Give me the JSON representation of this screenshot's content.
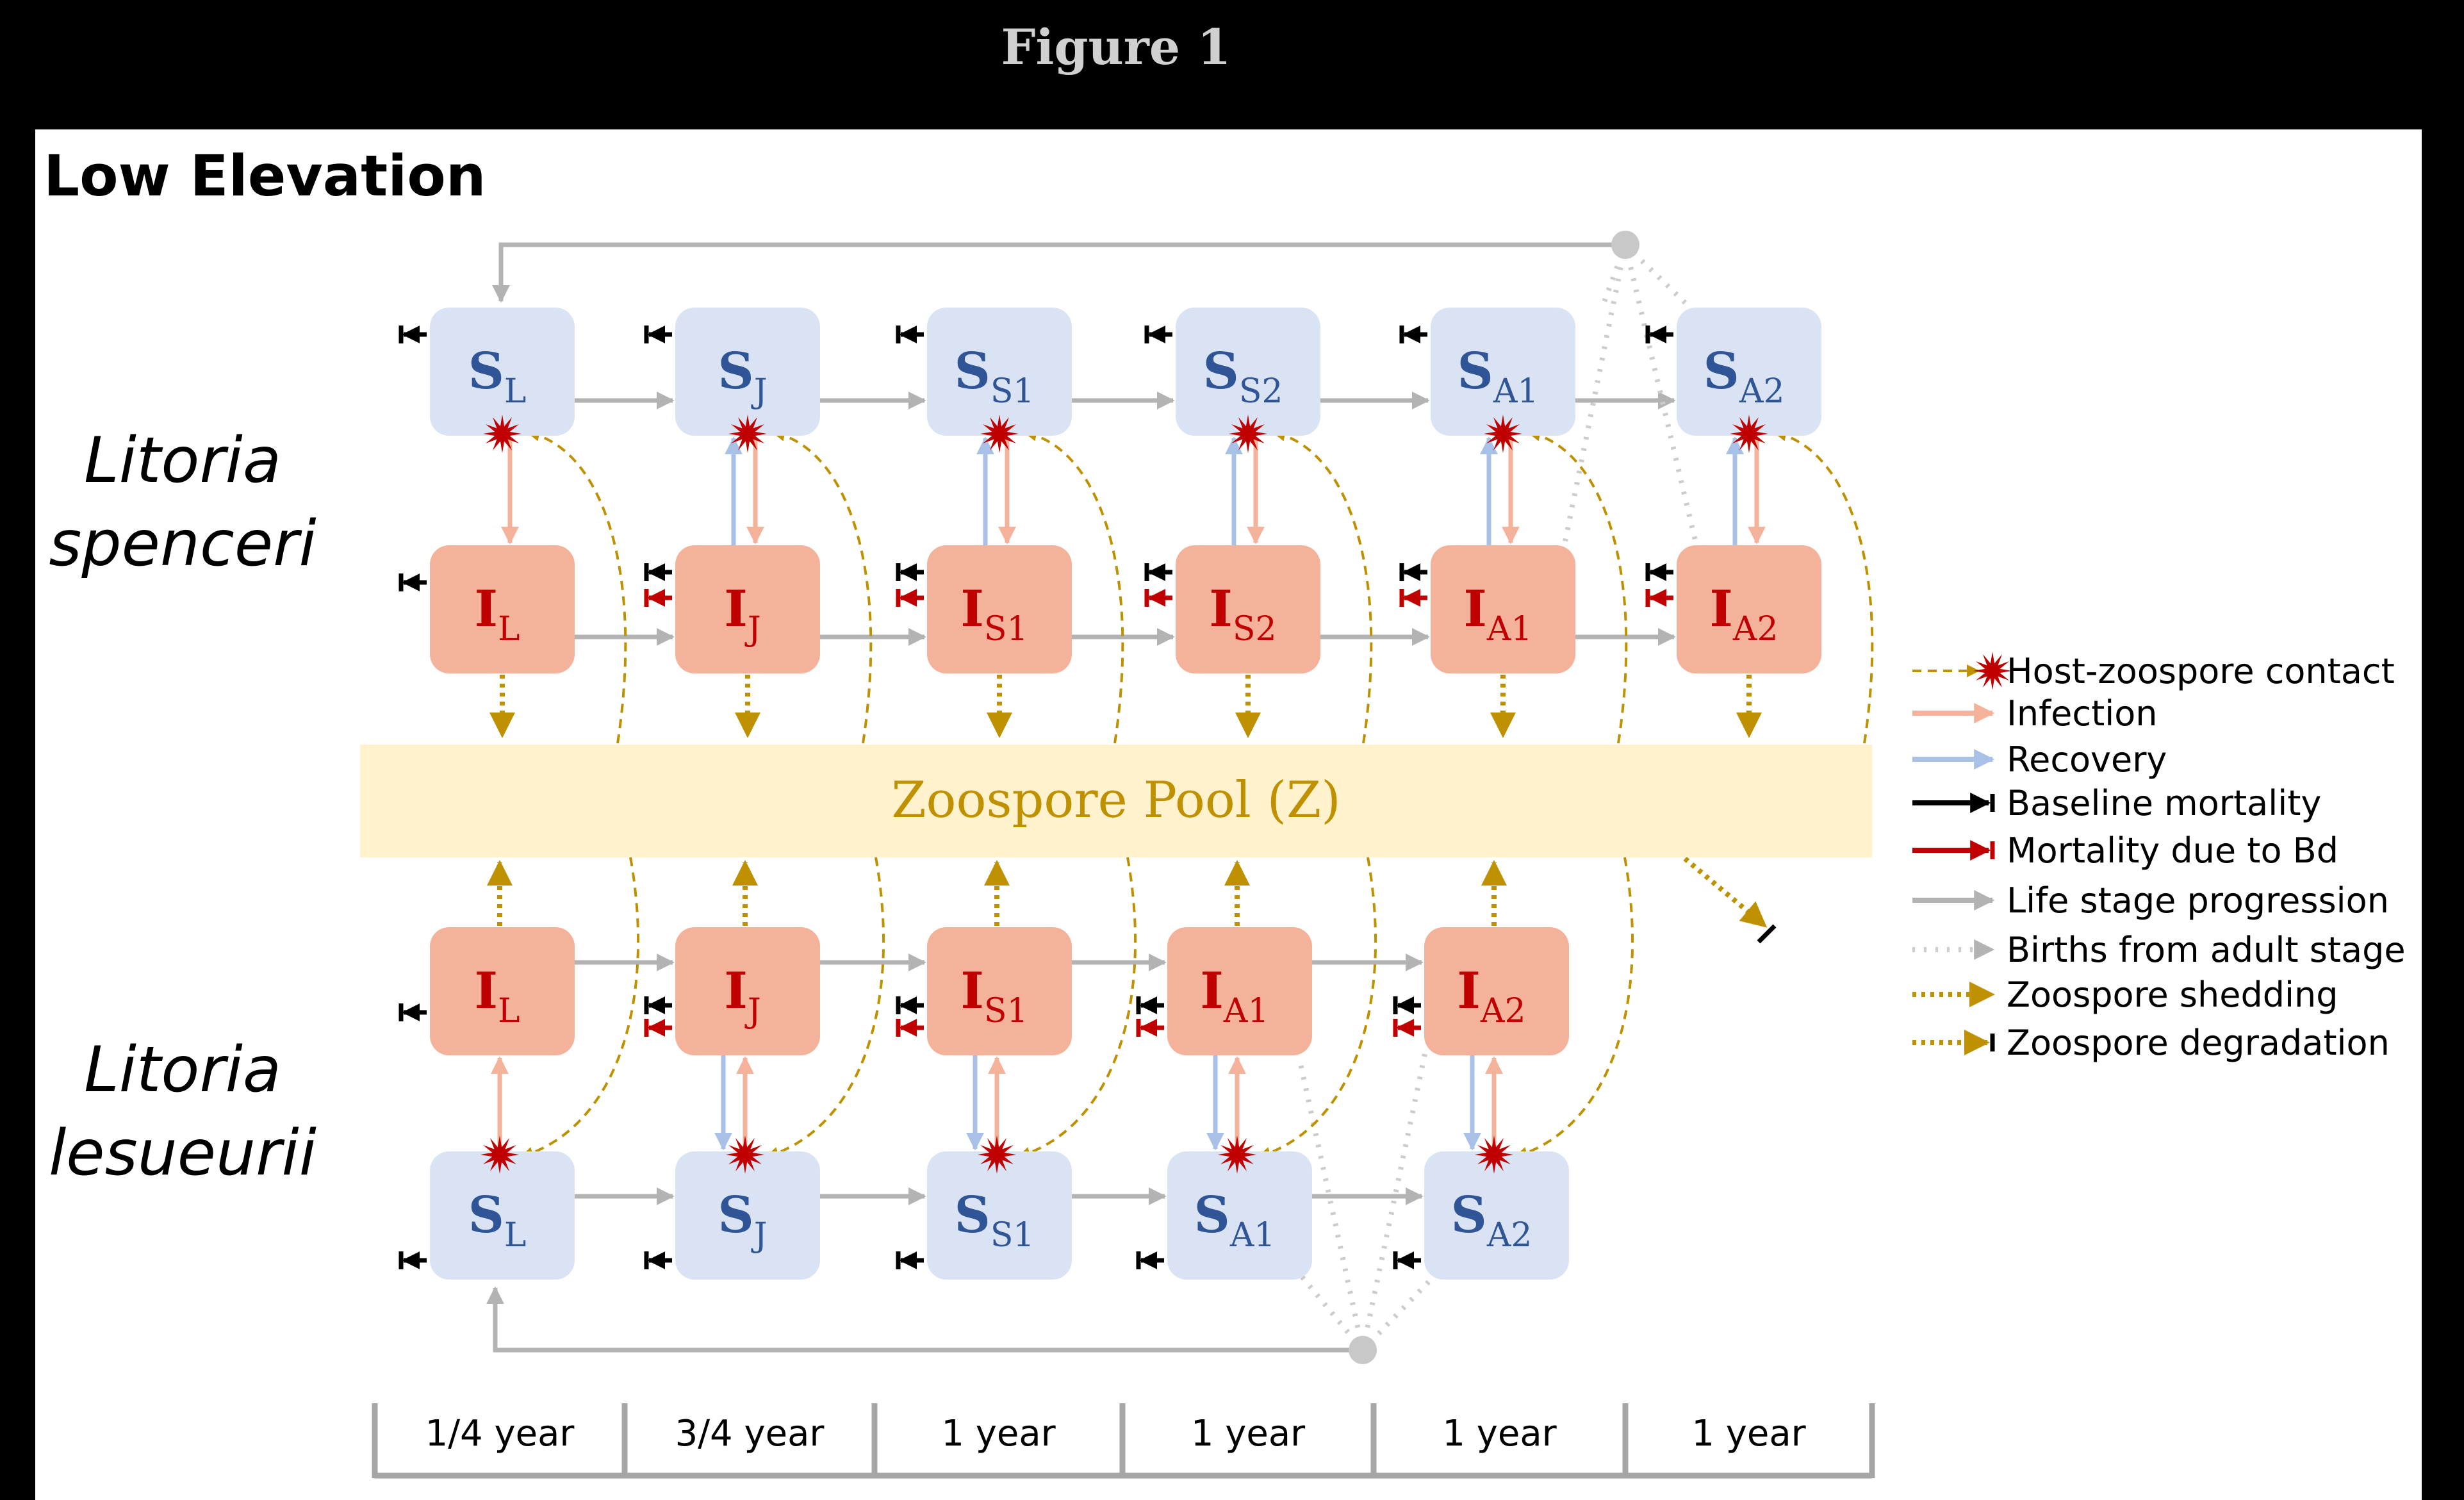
{
  "header": {
    "title": "Figure 1"
  },
  "panel": {
    "title": "Low Elevation"
  },
  "species": [
    {
      "line1": "Litoria",
      "line2": "spenceri"
    },
    {
      "line1": "Litoria",
      "line2": "lesueurii"
    }
  ],
  "pool": {
    "label": "Zoospore Pool (Z)"
  },
  "spenceri": {
    "S": [
      {
        "letter": "S",
        "sub": "L"
      },
      {
        "letter": "S",
        "sub": "J"
      },
      {
        "letter": "S",
        "sub": "S1"
      },
      {
        "letter": "S",
        "sub": "S2"
      },
      {
        "letter": "S",
        "sub": "A1"
      },
      {
        "letter": "S",
        "sub": "A2"
      }
    ],
    "I": [
      {
        "letter": "I",
        "sub": "L"
      },
      {
        "letter": "I",
        "sub": "J"
      },
      {
        "letter": "I",
        "sub": "S1"
      },
      {
        "letter": "I",
        "sub": "S2"
      },
      {
        "letter": "I",
        "sub": "A1"
      },
      {
        "letter": "I",
        "sub": "A2"
      }
    ]
  },
  "lesueurii": {
    "I": [
      {
        "letter": "I",
        "sub": "L"
      },
      {
        "letter": "I",
        "sub": "J"
      },
      {
        "letter": "I",
        "sub": "S1"
      },
      {
        "letter": "I",
        "sub": "A1"
      },
      {
        "letter": "I",
        "sub": "A2"
      }
    ],
    "S": [
      {
        "letter": "S",
        "sub": "L"
      },
      {
        "letter": "S",
        "sub": "J"
      },
      {
        "letter": "S",
        "sub": "S1"
      },
      {
        "letter": "S",
        "sub": "A1"
      },
      {
        "letter": "S",
        "sub": "A2"
      }
    ]
  },
  "legend": [
    {
      "label": "Host-zoospore contact",
      "kind": "contact"
    },
    {
      "label": "Infection",
      "kind": "infection"
    },
    {
      "label": "Recovery",
      "kind": "recovery"
    },
    {
      "label": "Baseline mortality",
      "kind": "baseline"
    },
    {
      "label": "Mortality due to Bd",
      "kind": "bdmort"
    },
    {
      "label": "Life stage progression",
      "kind": "progression"
    },
    {
      "label": "Births from adult stage",
      "kind": "births"
    },
    {
      "label": "Zoospore shedding",
      "kind": "shedding"
    },
    {
      "label": "Zoospore degradation",
      "kind": "degradation"
    }
  ],
  "timeline": [
    "1/4 year",
    "3/4 year",
    "1 year",
    "1 year",
    "1 year",
    "1 year"
  ],
  "colors": {
    "susceptible_fill": "#dae3f3",
    "susceptible_text": "#2f5597",
    "infected_fill": "#f4b29a",
    "infected_text": "#c00000",
    "pool_fill": "#fff2cc",
    "pool_text": "#bf9000",
    "infection_arrow": "#f4b29a",
    "recovery_arrow": "#a9c1e6",
    "baseline_mortality": "#000000",
    "bd_mortality": "#c00000",
    "progression": "#b3b3b3",
    "births": "#cccccc",
    "zoospore": "#bf9000",
    "contact_star": "#c00000"
  }
}
